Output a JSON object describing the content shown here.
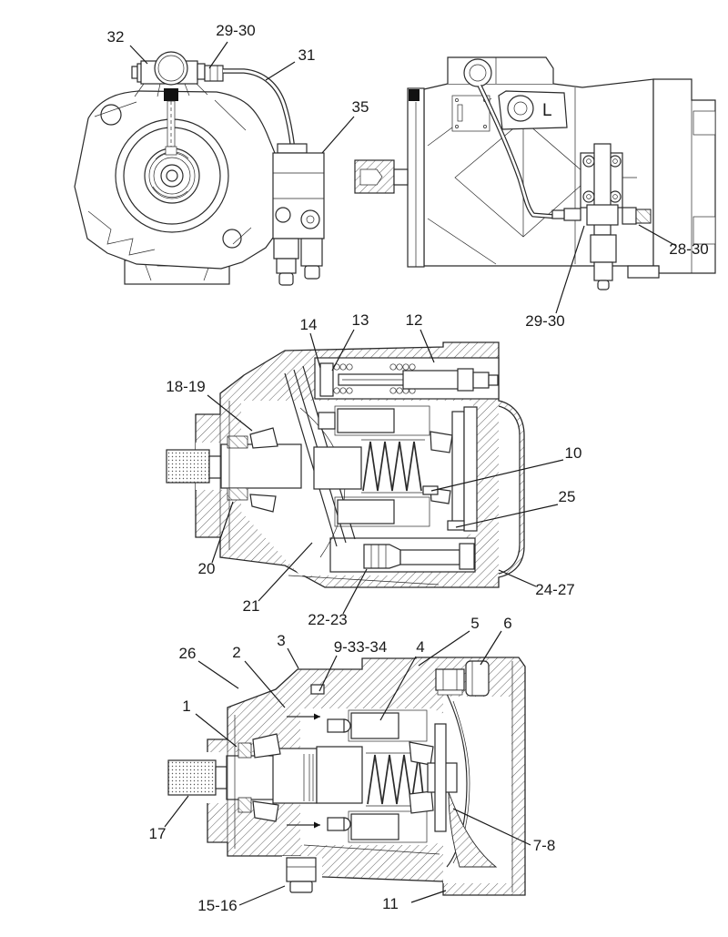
{
  "colors": {
    "background": "#ffffff",
    "line": "#2a2a2a",
    "label": "#1a1a1a"
  },
  "views": {
    "front": {
      "callouts": [
        {
          "label": "32"
        },
        {
          "label": "29-30"
        },
        {
          "label": "31"
        },
        {
          "label": "35"
        }
      ]
    },
    "side": {
      "port_label": "L",
      "callouts": [
        {
          "label": "28-30"
        },
        {
          "label": "29-30"
        }
      ]
    },
    "section_upper": {
      "callouts": [
        {
          "label": "14"
        },
        {
          "label": "13"
        },
        {
          "label": "12"
        },
        {
          "label": "18-19"
        },
        {
          "label": "10"
        },
        {
          "label": "25"
        },
        {
          "label": "20"
        },
        {
          "label": "21"
        },
        {
          "label": "22-23"
        },
        {
          "label": "24-27"
        }
      ]
    },
    "section_lower": {
      "callouts": [
        {
          "label": "26"
        },
        {
          "label": "2"
        },
        {
          "label": "3"
        },
        {
          "label": "9-33-34"
        },
        {
          "label": "4"
        },
        {
          "label": "5"
        },
        {
          "label": "6"
        },
        {
          "label": "1"
        },
        {
          "label": "17"
        },
        {
          "label": "7-8"
        },
        {
          "label": "15-16"
        },
        {
          "label": "11"
        }
      ]
    }
  }
}
